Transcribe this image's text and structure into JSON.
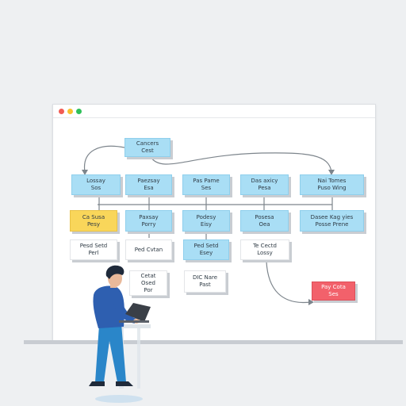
{
  "window": {
    "controls": [
      {
        "name": "close",
        "color": "#f25c54"
      },
      {
        "name": "minimize",
        "color": "#f7c22e"
      },
      {
        "name": "maximize",
        "color": "#2fc05a"
      }
    ]
  },
  "nodes": {
    "root": "Cancers\nCest",
    "r1": [
      "Lossay\nSos",
      "Paezsay\nEsa",
      "Pas Pame\nSes",
      "Das axicy\nPesa",
      "Nai Tomes\nPuso Wing"
    ],
    "r2": [
      "Ca Susa\nPesy",
      "Paxsay\nPorry",
      "Podesy\nEisy",
      "Posesa\nOea",
      "Dasee Kag yies\nPosse Prene"
    ],
    "r3": [
      "Pesd Setd\nPerl",
      "Ped Cvtan",
      "Ped Setd\nEsey",
      "Te Cectd\nLossy"
    ],
    "r4": [
      "Cetat\nOsed\nPor",
      "DIC Nare\nPast"
    ],
    "alert": "Pay Cota\nSes"
  },
  "colors": {
    "blue_card": "#a9def5",
    "yellow_card": "#f9d65a",
    "red_card": "#f2616b",
    "connector": "#7d858c",
    "shirt": "#2e5fb0",
    "pants": "#2a86c9",
    "hair": "#1f2a3a",
    "laptop": "#3a3f47"
  }
}
